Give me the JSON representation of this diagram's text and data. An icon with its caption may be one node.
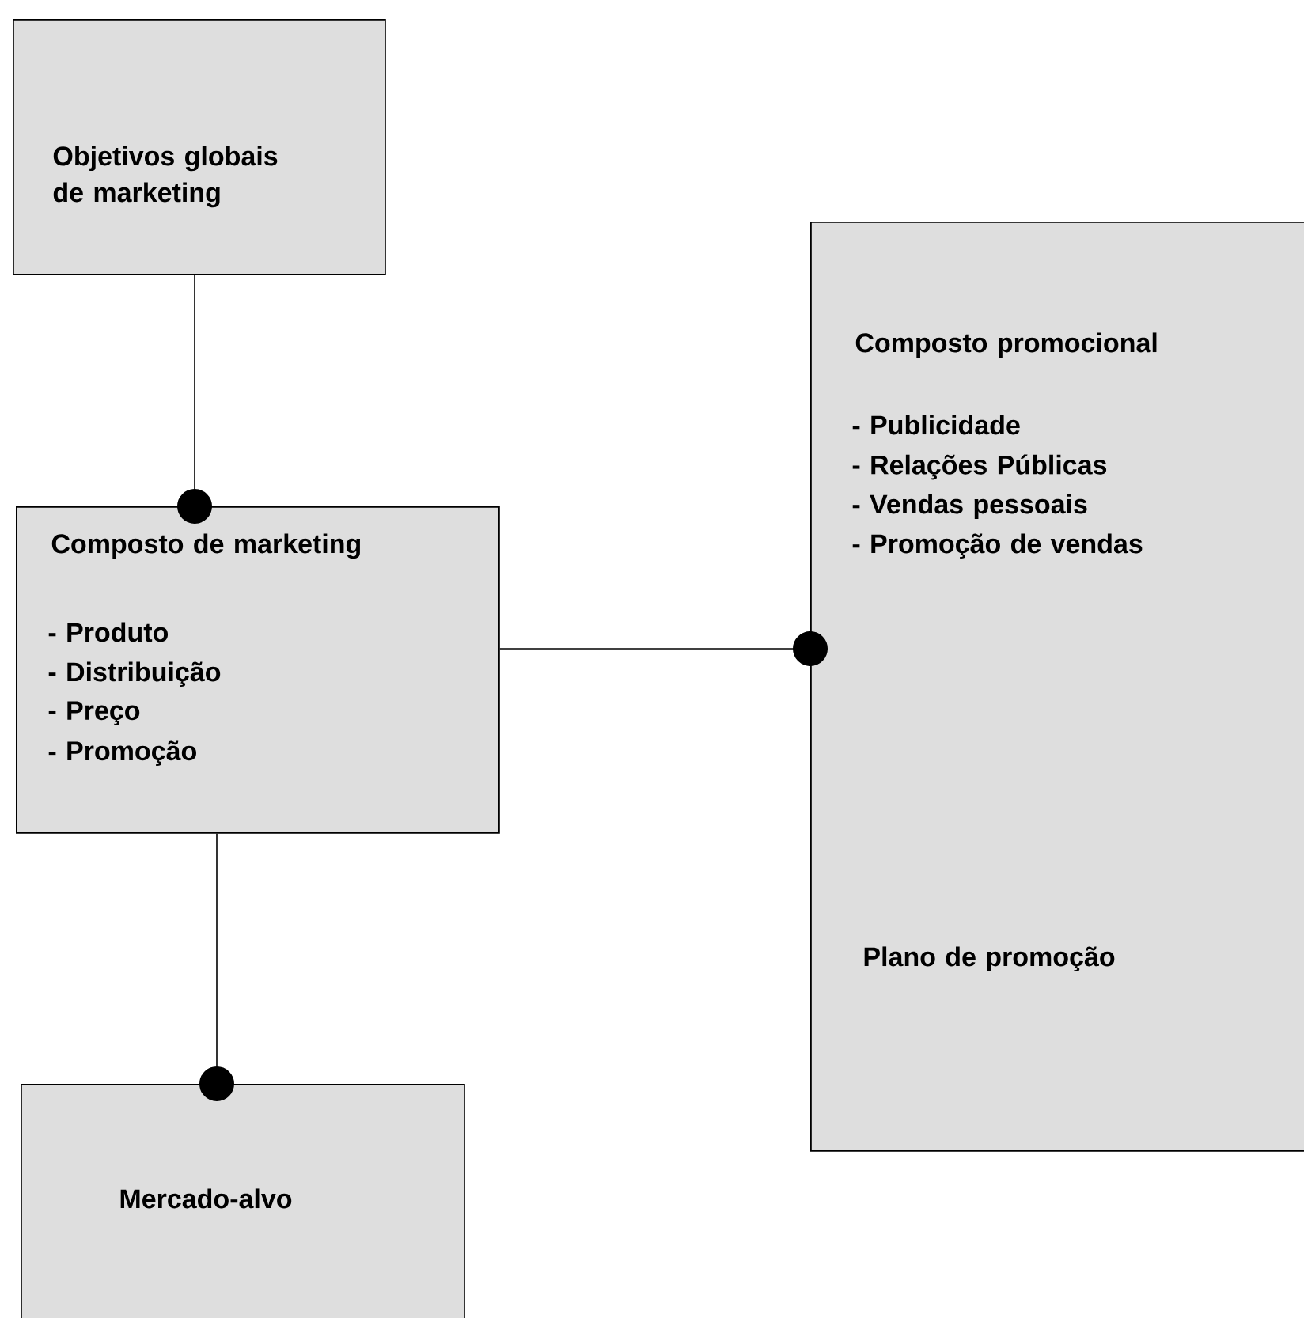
{
  "diagram": {
    "nodes": [
      {
        "text": [
          "Objetivos globais de marketing"
        ]
      },
      {
        "text": [
          "Composto de marketing",
          "- Produto",
          "- Distribuição",
          "- Preço",
          "- Promoção"
        ]
      },
      {
        "text": [
          "Mercado-alvo"
        ]
      },
      {
        "text": [
          "Composto promocional",
          "- Publicidade",
          "- Relações Públicas",
          "- Vendas pessoais",
          "- Promoção de vendas",
          "Plano de promoção"
        ]
      }
    ],
    "edges": [
      {
        "from": 0,
        "to": 1,
        "arrow": "other"
      },
      {
        "from": 1,
        "to": 2,
        "arrow": "other"
      },
      {
        "from": 1,
        "to": 3,
        "arrow": "other"
      }
    ]
  }
}
